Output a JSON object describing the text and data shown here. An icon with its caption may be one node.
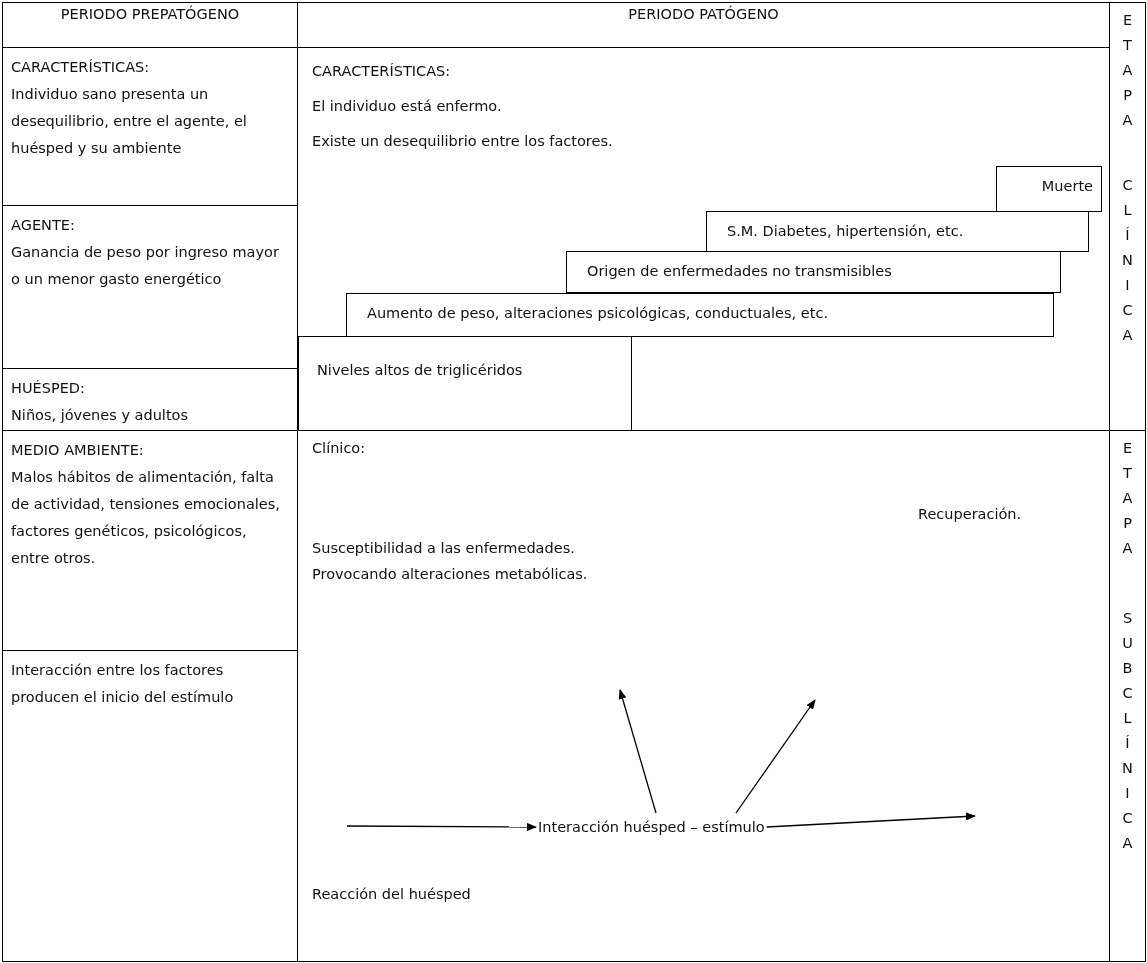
{
  "diagram": {
    "nodes": [
      {
        "text": [
          "PERIODO PREPATÓGENO"
        ]
      },
      {
        "text": [
          "PERIODO PATÓGENO"
        ]
      },
      {
        "text": [
          "ETAPA",
          "CLÍNICA"
        ]
      },
      {
        "text": [
          "CARACTERÍSTICAS:",
          "Individuo sano presenta un desequilibrio, entre el agente, el huésped y su ambiente"
        ]
      },
      {
        "text": [
          "CARACTERÍSTICAS:",
          "El individuo está enfermo.",
          "Existe un desequilibrio entre los factores."
        ]
      },
      {
        "text": [
          "Muerte"
        ],
        "in": 4
      },
      {
        "text": [
          "S.M. Diabetes, hipertensión, etc."
        ],
        "in": 4
      },
      {
        "text": [
          "Origen de enfermedades no transmisibles"
        ],
        "in": 4
      },
      {
        "text": [
          "Aumento de peso, alteraciones psicológicas, conductuales, etc."
        ],
        "in": 4
      },
      {
        "text": [
          "Niveles altos de triglicéridos"
        ],
        "in": 4
      },
      {
        "text": [
          "AGENTE:",
          "Ganancia de peso por ingreso mayor o un menor gasto energético"
        ]
      },
      {
        "text": [
          "HUÉSPED:",
          "Niños, jóvenes y adultos"
        ]
      },
      {
        "text": [
          "MEDIO AMBIENTE:",
          "Malos hábitos de alimentación, falta de actividad, tensiones emocionales, factores genéticos, psicológicos, entre otros."
        ]
      },
      {
        "text": [
          "Interacción entre los factores producen el inicio del estímulo"
        ]
      },
      {
        "text": [
          "Clínico:",
          "Recuperación.",
          "Susceptibilidad a las enfermedades.",
          "Provocando alteraciones metabólicas.",
          "Reacción del huésped"
        ]
      },
      {
        "text": [
          "Interacción huésped – estímulo"
        ],
        "in": 14
      },
      {
        "text": [
          "ETAPA",
          "SUBCLÍNICA"
        ]
      }
    ],
    "edges": [
      {
        "from": null,
        "to": 15,
        "arrow": "to"
      },
      {
        "from": 15,
        "to": null,
        "arrow": "to"
      },
      {
        "from": 15,
        "to": null,
        "arrow": "to"
      },
      {
        "from": 15,
        "to": null,
        "arrow": "to"
      }
    ]
  }
}
